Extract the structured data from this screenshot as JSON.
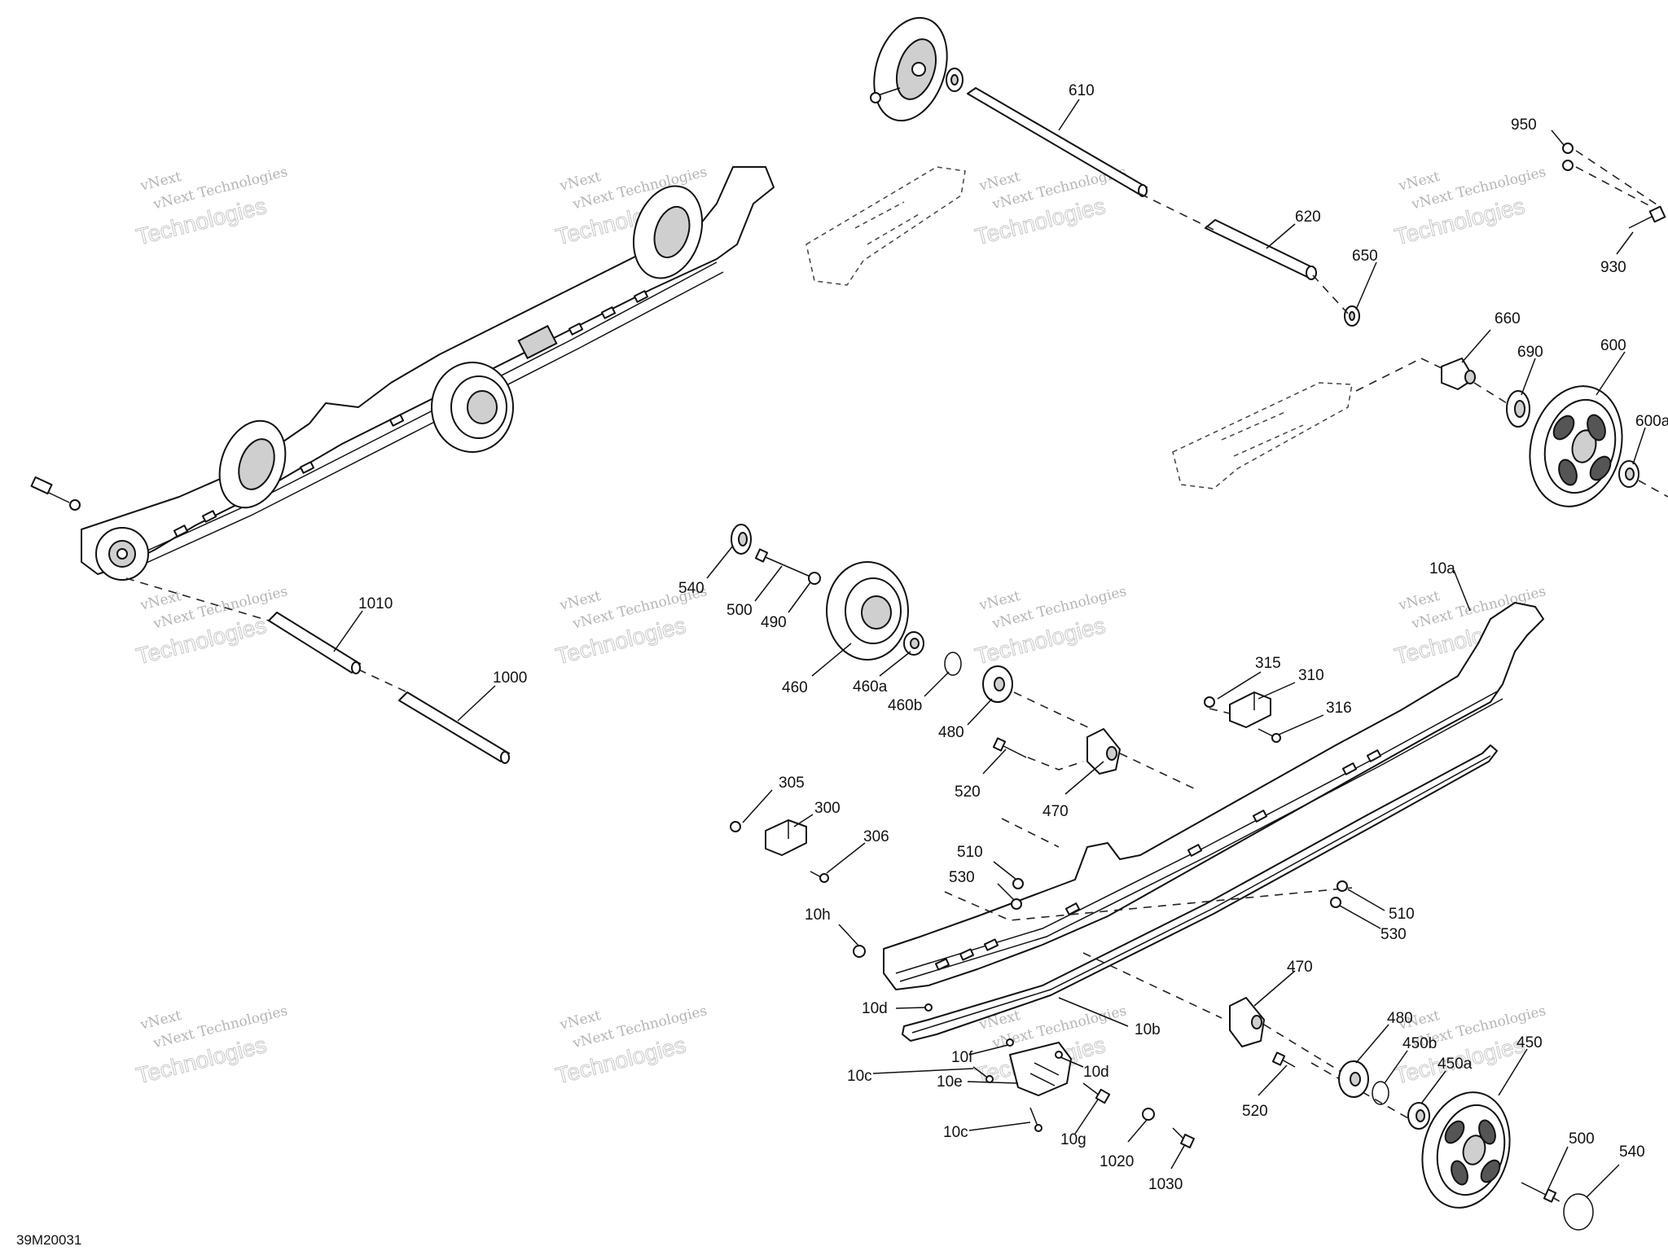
{
  "diagram": {
    "doc_id": "39M20031",
    "watermark": {
      "line1": "vNext Technologies",
      "line2": "Technologies",
      "line3": "vNext"
    },
    "callouts": [
      "610",
      "620",
      "650",
      "950",
      "930",
      "660",
      "690",
      "600",
      "600a",
      "1010",
      "1000",
      "540",
      "500",
      "490",
      "460",
      "460a",
      "460b",
      "480",
      "10a",
      "315",
      "310",
      "316",
      "520",
      "470",
      "305",
      "300",
      "306",
      "510",
      "530",
      "10h",
      "510",
      "530",
      "470",
      "10d",
      "10b",
      "10f",
      "10d",
      "10c",
      "10e",
      "10c",
      "10g",
      "1020",
      "1030",
      "520",
      "480",
      "450b",
      "450a",
      "450",
      "500",
      "540"
    ]
  }
}
